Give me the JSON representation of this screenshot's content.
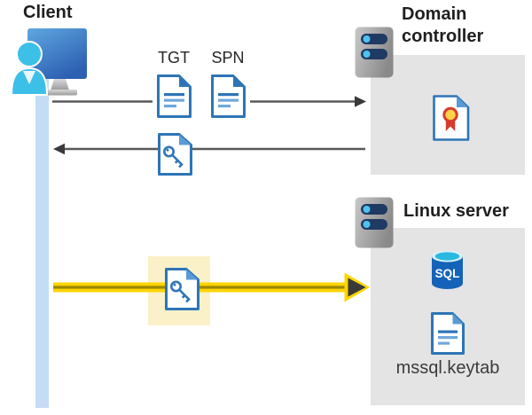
{
  "diagram": {
    "client": {
      "label": "Client"
    },
    "tickets": {
      "tgt": "TGT",
      "spn": "SPN"
    },
    "domain_controller": {
      "name_line1": "Domain",
      "name_line2": "controller"
    },
    "linux_server": {
      "name": "Linux server",
      "keytab_label": "mssql.keytab"
    },
    "sql_database": {
      "label": "SQL"
    },
    "colors": {
      "document_blue": "#2e75b6",
      "document_fold_light": "#5b9bd5",
      "document_line_light": "#6fa8dc",
      "box_gray": "#e4e4e4",
      "arrow_gray": "#595959",
      "arrowhead_dark": "#3a3a3a",
      "highlight_yellow": "#ffd400",
      "highlight_bg": "#faf1c8",
      "timeline_blue": "#c5dcf5",
      "person_cyan": "#3dc0e8",
      "monitor_blue_top": "#5fa8e0",
      "monitor_blue_bottom": "#2d5fb2",
      "server_pill_navy": "#1f3a63",
      "server_dot_blue": "#4fc3f0",
      "sql_blue": "#1463b8",
      "sql_top_cyan": "#29b9e0",
      "certificate_red": "#d83b2d",
      "certificate_gold": "#ffd24a"
    }
  }
}
